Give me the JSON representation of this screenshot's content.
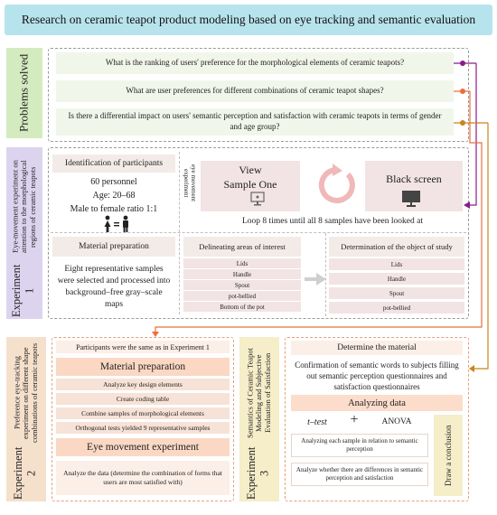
{
  "title": "Research on ceramic teapot product modeling based on eye tracking and semantic evaluation",
  "problems": {
    "label": "Problems solved",
    "questions": [
      "What is the ranking of users' preference for the morphological elements of ceramic teapots?",
      "What are user preferences for different combinations of ceramic teapot shapes?",
      "Is there a differential impact on users' semantic perception and satisfaction with ceramic teapots in terms of gender and age group?"
    ],
    "dot_colors": [
      "#8b1a8b",
      "#e8703a",
      "#c8851d"
    ]
  },
  "exp1": {
    "label": "Experiment 1",
    "sublabel": "Eye-movement experiment on attention to the morphological regions of ceramic teapots",
    "identification": {
      "title": "Identification of participants",
      "count": "60 personnel",
      "age": "Age: 20–68",
      "ratio": "Male to female ratio 1:1"
    },
    "eye_movement": {
      "label": "eye movement experiment",
      "view": "View",
      "sample": "Sample One",
      "black": "Black screen",
      "loop": "Loop 8 times until all 8 samples have been looked at"
    },
    "material": {
      "title": "Material preparation",
      "text": "Eight representative samples were selected and processed into background–free gray–scale maps"
    },
    "areas": {
      "title": "Delineating areas of interest",
      "items": [
        "Lids",
        "Handle",
        "Spout",
        "pot-bellied",
        "Bottom of the pot"
      ]
    },
    "objects": {
      "title": "Determination of the object of study",
      "items": [
        "Lids",
        "Handle",
        "Spout",
        "pot-bellied"
      ]
    }
  },
  "exp2": {
    "label": "Experiment 2",
    "sublabel": "Preference eye-tracking experiment on different shape combinations of ceramic teapots",
    "participants": "Participants were the same as in Experiment 1",
    "material_title": "Material preparation",
    "steps": [
      "Analyze key design elements",
      "Create coding table",
      "Combine samples of morphological elements",
      "Orthogonal tests yielded 9 representative samples"
    ],
    "eye_title": "Eye movement experiment",
    "analyze": "Analyze the data (determine the combination of forms that users are most satisfied with)"
  },
  "exp3": {
    "label": "Experiment 3",
    "sublabel": "Semantics of Ceramic Teapot Modeling and Subjective Evaluation of Satisfaction",
    "determine": "Determine the material",
    "confirmation": "Confirmation of semantic words to subjects filling out semantic perception questionnaires and satisfaction questionnaires",
    "analyzing": "Analyzing data",
    "ttest": "t–test",
    "plus": "+",
    "anova": "ANOVA",
    "analysis_items": [
      "Analyzing each sample in relation to semantic perception",
      "Analyze whether there are differences in semantic perception and satisfaction"
    ],
    "conclusion": "Draw a conclusion"
  }
}
